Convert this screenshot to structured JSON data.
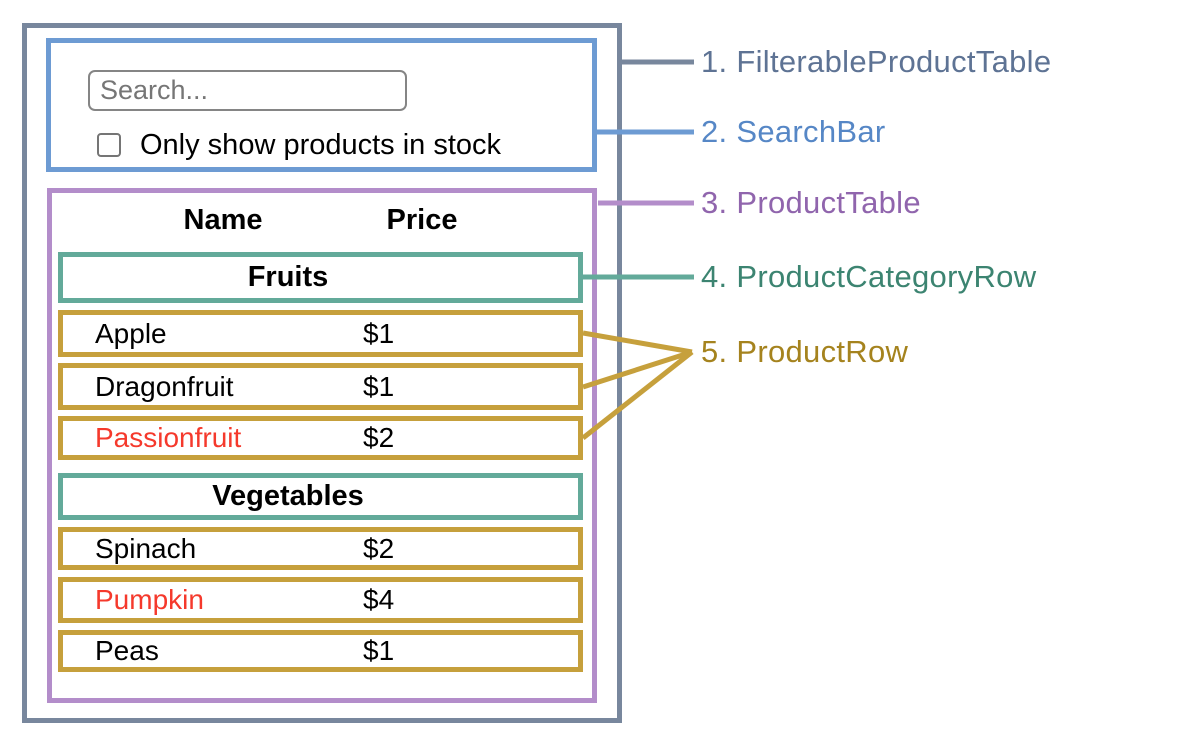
{
  "mock_ui": {
    "search_bar": {
      "placeholder": "Search...",
      "checkbox_label": "Only show products in stock",
      "checkbox_checked": false
    },
    "product_table": {
      "name_header": "Name",
      "price_header": "Price",
      "sections": [
        {
          "category": "Fruits",
          "rows": [
            {
              "name": "Apple",
              "price": "$1",
              "highlighted_red": false
            },
            {
              "name": "Dragonfruit",
              "price": "$1",
              "highlighted_red": false
            },
            {
              "name": "Passionfruit",
              "price": "$2",
              "highlighted_red": true
            }
          ]
        },
        {
          "category": "Vegetables",
          "rows": [
            {
              "name": "Spinach",
              "price": "$2",
              "highlighted_red": false
            },
            {
              "name": "Pumpkin",
              "price": "$4",
              "highlighted_red": true
            },
            {
              "name": "Peas",
              "price": "$1",
              "highlighted_red": false
            }
          ]
        }
      ]
    }
  },
  "annotations": {
    "labels": [
      {
        "text": "1. FilterableProductTable",
        "color": "#5E7394"
      },
      {
        "text": "2. SearchBar",
        "color": "#5687C6"
      },
      {
        "text": "3. ProductTable",
        "color": "#9065AD"
      },
      {
        "text": "4. ProductCategoryRow",
        "color": "#3C8471"
      },
      {
        "text": "5. ProductRow",
        "color": "#A5831E"
      }
    ]
  },
  "colors": {
    "outline_slate": "#78879D",
    "outline_blue": "#6D9BD3",
    "outline_purple": "#B38DCA",
    "outline_teal": "#63AA9A",
    "outline_gold": "#C6A03C",
    "red_text": "#F5392C"
  }
}
